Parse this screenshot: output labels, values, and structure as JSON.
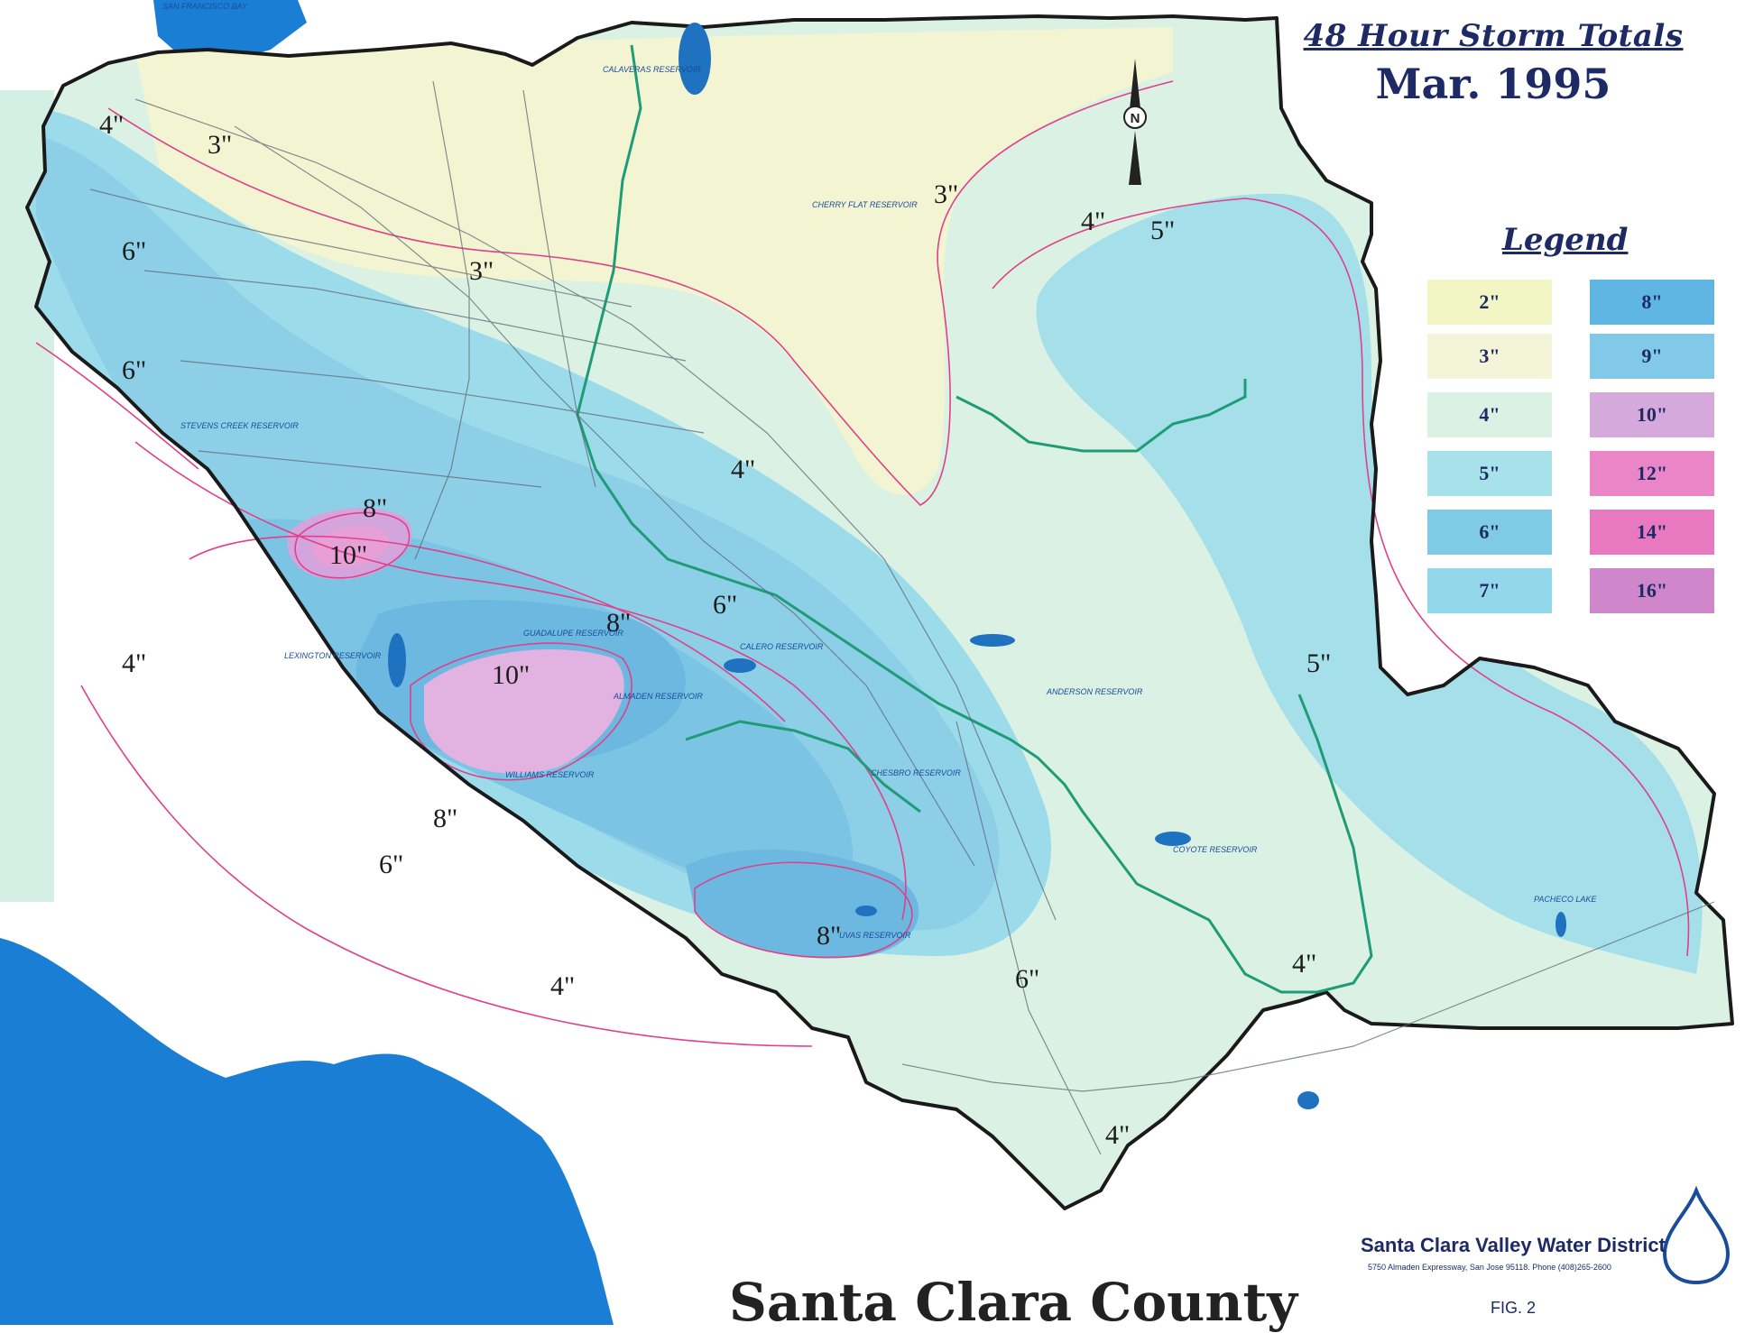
{
  "title": {
    "line1": "48 Hour Storm Totals",
    "line2": "Mar. 1995"
  },
  "legend": {
    "title": "Legend",
    "items": [
      {
        "label": "2\"",
        "color": "#f2f5c4"
      },
      {
        "label": "3\"",
        "color": "#f4f5d8"
      },
      {
        "label": "4\"",
        "color": "#dbf1e3"
      },
      {
        "label": "5\"",
        "color": "#a7e2ea"
      },
      {
        "label": "6\"",
        "color": "#7fcbe6"
      },
      {
        "label": "7\"",
        "color": "#93d7ea"
      },
      {
        "label": "8\"",
        "color": "#5fb6e2"
      },
      {
        "label": "9\"",
        "color": "#82c8e8"
      },
      {
        "label": "10\"",
        "color": "#d6a9dd"
      },
      {
        "label": "12\"",
        "color": "#ea85c7"
      },
      {
        "label": "14\"",
        "color": "#e879c0"
      },
      {
        "label": "16\"",
        "color": "#cf86cb"
      }
    ]
  },
  "contour_labels": [
    {
      "text": "4\"",
      "id": "c4-nw"
    },
    {
      "text": "3\"",
      "id": "c3-nw"
    },
    {
      "text": "6\"",
      "id": "c6-w1"
    },
    {
      "text": "3\"",
      "id": "c3-center"
    },
    {
      "text": "3\"",
      "id": "c3-ne"
    },
    {
      "text": "4\"",
      "id": "c4-ne"
    },
    {
      "text": "5\"",
      "id": "c5-ne"
    },
    {
      "text": "6\"",
      "id": "c6-w2"
    },
    {
      "text": "4\"",
      "id": "c4-center"
    },
    {
      "text": "8\"",
      "id": "c8-upper"
    },
    {
      "text": "10\"",
      "id": "c10-upper"
    },
    {
      "text": "6\"",
      "id": "c6-center"
    },
    {
      "text": "8\"",
      "id": "c8-mid"
    },
    {
      "text": "4\"",
      "id": "c4-west"
    },
    {
      "text": "10\"",
      "id": "c10-mid"
    },
    {
      "text": "5\"",
      "id": "c5-east"
    },
    {
      "text": "8\"",
      "id": "c8-low"
    },
    {
      "text": "6\"",
      "id": "c6-low"
    },
    {
      "text": "8\"",
      "id": "c8-south"
    },
    {
      "text": "6\"",
      "id": "c6-south"
    },
    {
      "text": "4\"",
      "id": "c4-se"
    },
    {
      "text": "4\"",
      "id": "c4-south"
    },
    {
      "text": "4\"",
      "id": "c4-bottom"
    }
  ],
  "places": [
    "SAN FRANCISCO BAY",
    "CALAVERAS RESERVOIR",
    "CHERRY FLAT RESERVOIR",
    "STEVENS CREEK RESERVOIR",
    "LEXINGTON RESERVOIR",
    "GUADALUPE RESERVOIR",
    "ALMADEN RESERVOIR",
    "CALERO RESERVOIR",
    "WILLIAMS RESERVOIR",
    "ANDERSON RESERVOIR",
    "CHESBRO RESERVOIR",
    "UVAS RESERVOIR",
    "COYOTE RESERVOIR",
    "PACHECO LAKE"
  ],
  "north_arrow": {
    "label": "N"
  },
  "district": {
    "name": "Santa Clara Valley Water District",
    "address": "5750 Almaden Expressway, San Jose 95118. Phone (408)265-2600"
  },
  "county_label": "Santa Clara County",
  "figure_label": "FIG. 2",
  "colors": {
    "ocean": "#1a7fd4",
    "county_border": "#1a1a1a",
    "district_boundary": "#1e9c77",
    "contour_line": "#e0408a",
    "title_ink": "#1d2a66"
  }
}
